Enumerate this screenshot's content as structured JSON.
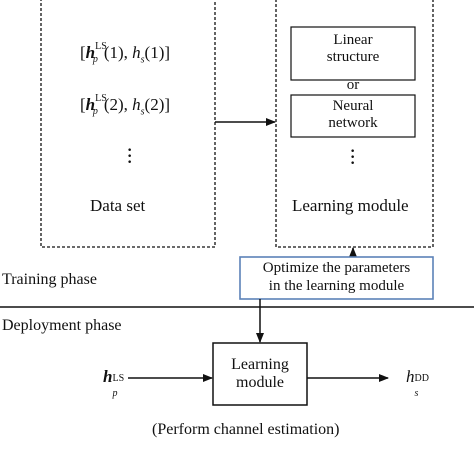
{
  "data_set": {
    "entry_1": {
      "h_sym": "h",
      "p_sub": "p",
      "ls_sup": "LS",
      "idx": "(1),",
      "hs_sym": "h",
      "s_sub": "s",
      "idx2": "(1)]"
    },
    "entry_2": {
      "h_sym": "h",
      "p_sub": "p",
      "ls_sup": "LS",
      "idx": "(2),",
      "hs_sym": "h",
      "s_sub": "s",
      "idx2": "(2)]"
    },
    "label": "Data set"
  },
  "learning_module_box": {
    "option_1": "Linear\nstructure",
    "or": "or",
    "option_2": "Neural\nnetwork",
    "label": "Learning module"
  },
  "optimize": "Optimize the parameters\nin the learning module",
  "phases": {
    "training": "Training phase",
    "deployment": "Deployment phase"
  },
  "deployment": {
    "input": {
      "h_sym": "h",
      "p_sub": "p",
      "ls_sup": "LS"
    },
    "module": "Learning\nmodule",
    "output": {
      "h_sym": "h",
      "s_sub": "s",
      "dd_sup": "DD"
    },
    "caption": "(Perform channel estimation)"
  },
  "colors": {
    "optimize_border": "#5b82b8",
    "line": "#111111"
  }
}
